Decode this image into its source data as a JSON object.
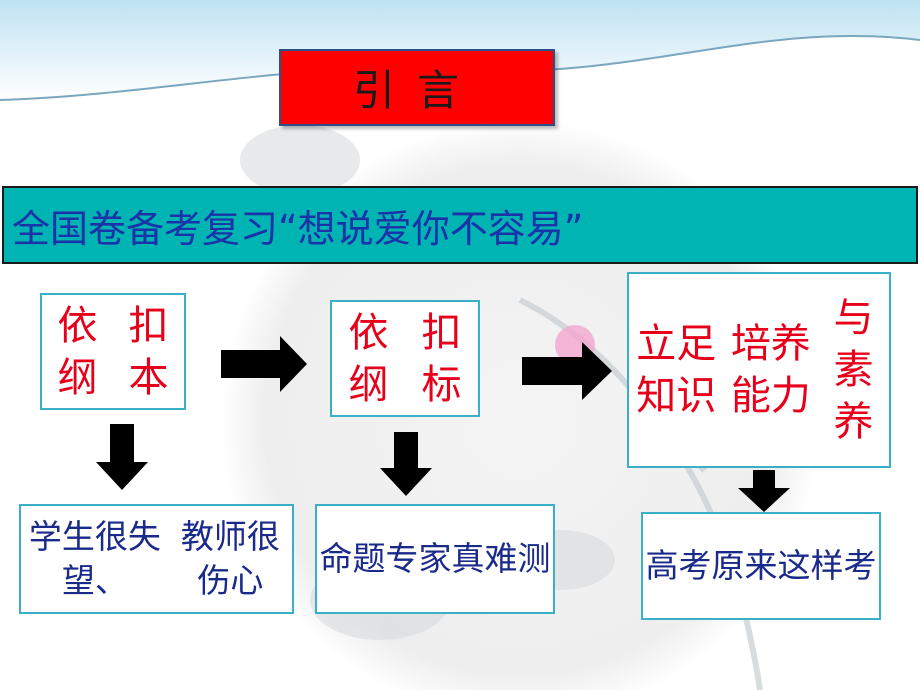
{
  "slide": {
    "title": "引言",
    "banner": "全国卷备考复习“想说爱你不容易”"
  },
  "flow": [
    {
      "lines": [
        "依纲",
        "扣本"
      ]
    },
    {
      "lines": [
        "依纲",
        "扣标"
      ]
    },
    {
      "lines": [
        "立足知识",
        "培养能力",
        "与素养"
      ]
    }
  ],
  "outcomes": [
    {
      "lines": [
        "学生很失望、",
        "教师很伤心"
      ]
    },
    {
      "lines": [
        "命题专家真",
        "难测"
      ]
    },
    {
      "lines": [
        "高考原来这",
        "样考"
      ]
    }
  ],
  "colors": {
    "title_bg": "#ff0000",
    "banner_bg": "#00b4b4",
    "banner_text": "#1a33a8",
    "flow_text": "#e8001a",
    "outcome_text": "#1a2a8a",
    "box_border": "#3ab0c8"
  }
}
